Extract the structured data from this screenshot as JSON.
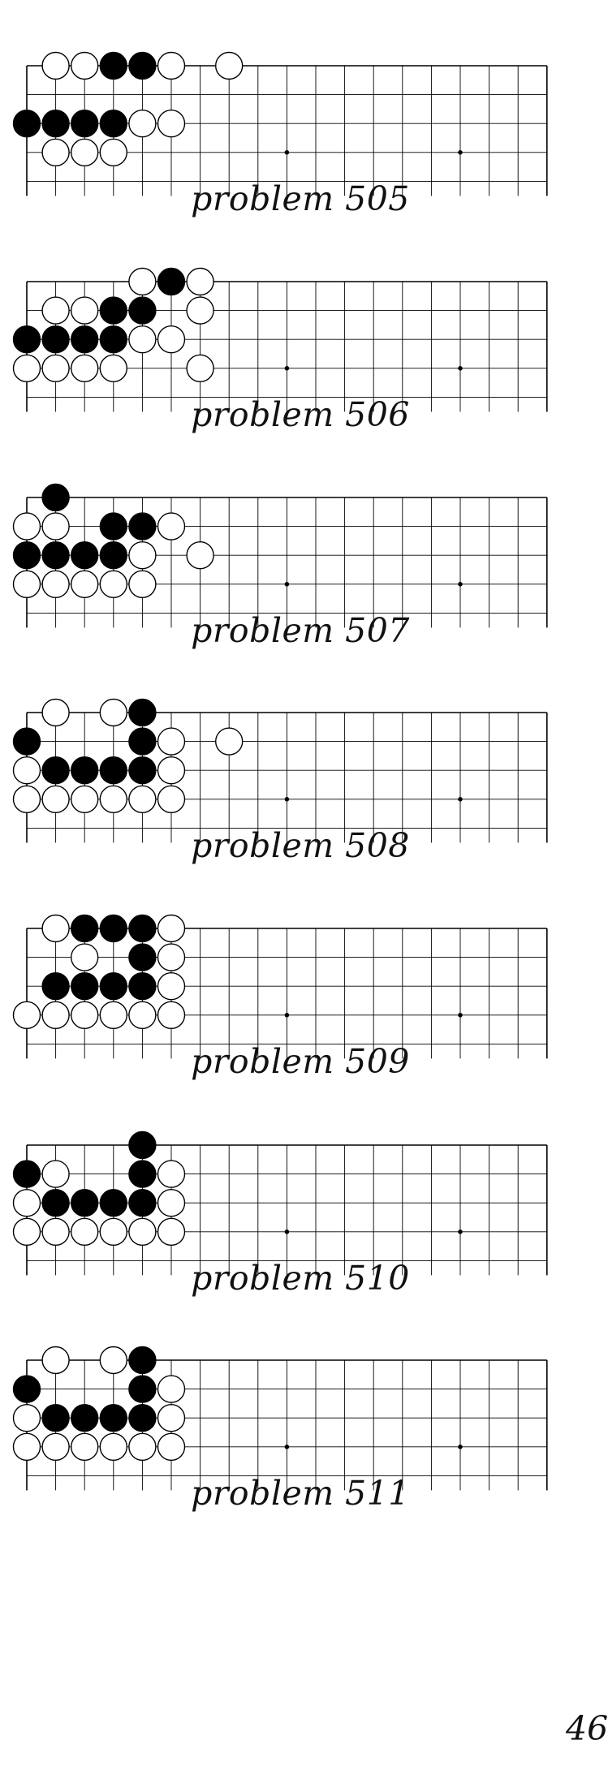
{
  "page": {
    "number": "46"
  },
  "problems": [
    {
      "caption": "problem 505",
      "white": [
        [
          1,
          0
        ],
        [
          2,
          0
        ],
        [
          5,
          0
        ],
        [
          7,
          0
        ],
        [
          4,
          2
        ],
        [
          5,
          2
        ],
        [
          1,
          3
        ],
        [
          2,
          3
        ],
        [
          3,
          3
        ]
      ],
      "black": [
        [
          3,
          0
        ],
        [
          4,
          0
        ],
        [
          0,
          2
        ],
        [
          1,
          2
        ],
        [
          2,
          2
        ],
        [
          3,
          2
        ]
      ]
    },
    {
      "caption": "problem 506",
      "white": [
        [
          4,
          0
        ],
        [
          6,
          0
        ],
        [
          1,
          1
        ],
        [
          2,
          1
        ],
        [
          6,
          1
        ],
        [
          4,
          2
        ],
        [
          5,
          2
        ],
        [
          0,
          3
        ],
        [
          1,
          3
        ],
        [
          2,
          3
        ],
        [
          3,
          3
        ],
        [
          6,
          3
        ]
      ],
      "black": [
        [
          5,
          0
        ],
        [
          3,
          1
        ],
        [
          4,
          1
        ],
        [
          0,
          2
        ],
        [
          1,
          2
        ],
        [
          2,
          2
        ],
        [
          3,
          2
        ]
      ]
    },
    {
      "caption": "problem 507",
      "white": [
        [
          0,
          1
        ],
        [
          1,
          1
        ],
        [
          5,
          1
        ],
        [
          4,
          2
        ],
        [
          6,
          2
        ],
        [
          0,
          3
        ],
        [
          1,
          3
        ],
        [
          2,
          3
        ],
        [
          3,
          3
        ],
        [
          4,
          3
        ]
      ],
      "black": [
        [
          1,
          0
        ],
        [
          3,
          1
        ],
        [
          4,
          1
        ],
        [
          0,
          2
        ],
        [
          1,
          2
        ],
        [
          2,
          2
        ],
        [
          3,
          2
        ]
      ]
    },
    {
      "caption": "problem 508",
      "white": [
        [
          1,
          0
        ],
        [
          3,
          0
        ],
        [
          5,
          1
        ],
        [
          7,
          1
        ],
        [
          0,
          2
        ],
        [
          5,
          2
        ],
        [
          0,
          3
        ],
        [
          1,
          3
        ],
        [
          2,
          3
        ],
        [
          3,
          3
        ],
        [
          4,
          3
        ],
        [
          5,
          3
        ]
      ],
      "black": [
        [
          4,
          0
        ],
        [
          0,
          1
        ],
        [
          4,
          1
        ],
        [
          1,
          2
        ],
        [
          2,
          2
        ],
        [
          3,
          2
        ],
        [
          4,
          2
        ]
      ]
    },
    {
      "caption": "problem 509",
      "white": [
        [
          1,
          0
        ],
        [
          5,
          0
        ],
        [
          2,
          1
        ],
        [
          5,
          1
        ],
        [
          5,
          2
        ],
        [
          0,
          3
        ],
        [
          1,
          3
        ],
        [
          2,
          3
        ],
        [
          3,
          3
        ],
        [
          4,
          3
        ],
        [
          5,
          3
        ]
      ],
      "black": [
        [
          2,
          0
        ],
        [
          3,
          0
        ],
        [
          4,
          0
        ],
        [
          4,
          1
        ],
        [
          1,
          2
        ],
        [
          2,
          2
        ],
        [
          3,
          2
        ],
        [
          4,
          2
        ]
      ]
    },
    {
      "caption": "problem 510",
      "white": [
        [
          1,
          1
        ],
        [
          5,
          1
        ],
        [
          0,
          2
        ],
        [
          5,
          2
        ],
        [
          0,
          3
        ],
        [
          1,
          3
        ],
        [
          2,
          3
        ],
        [
          3,
          3
        ],
        [
          4,
          3
        ],
        [
          5,
          3
        ]
      ],
      "black": [
        [
          4,
          0
        ],
        [
          0,
          1
        ],
        [
          4,
          1
        ],
        [
          1,
          2
        ],
        [
          2,
          2
        ],
        [
          3,
          2
        ],
        [
          4,
          2
        ]
      ]
    },
    {
      "caption": "problem 511",
      "white": [
        [
          1,
          0
        ],
        [
          3,
          0
        ],
        [
          5,
          1
        ],
        [
          0,
          2
        ],
        [
          5,
          2
        ],
        [
          0,
          3
        ],
        [
          1,
          3
        ],
        [
          2,
          3
        ],
        [
          3,
          3
        ],
        [
          4,
          3
        ],
        [
          5,
          3
        ]
      ],
      "black": [
        [
          4,
          0
        ],
        [
          0,
          1
        ],
        [
          4,
          1
        ],
        [
          1,
          2
        ],
        [
          2,
          2
        ],
        [
          3,
          2
        ],
        [
          4,
          2
        ]
      ]
    }
  ]
}
